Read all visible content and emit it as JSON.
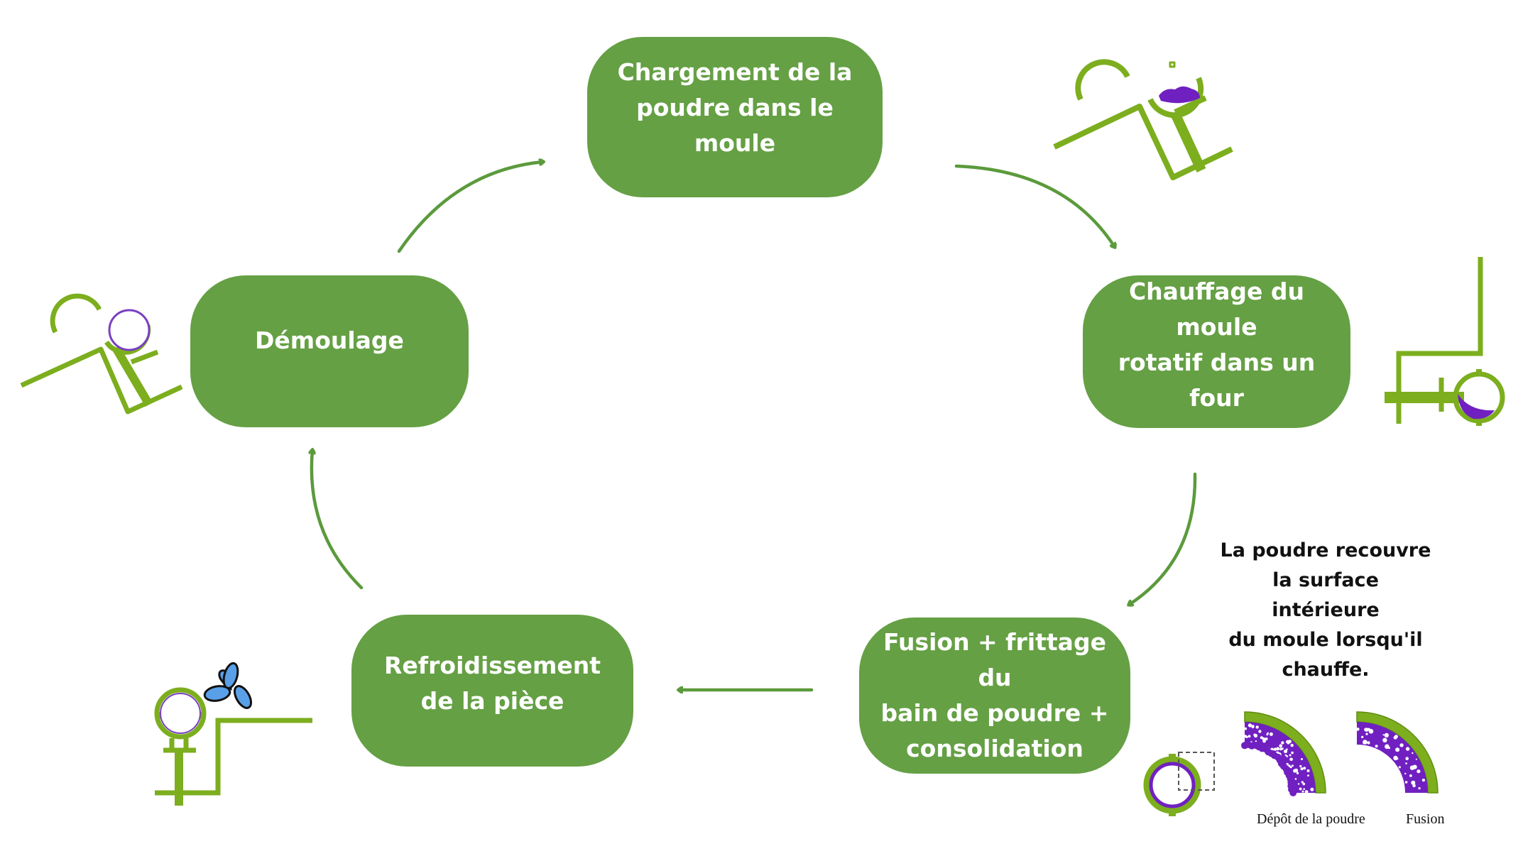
{
  "diagram": {
    "type": "cycle",
    "colors": {
      "step_fill": "#65a044",
      "arrow": "#5b9a3c",
      "mold_green": "#7cae1e",
      "powder_purple": "#7020c0",
      "fan_blue": "#5aa0e8"
    },
    "steps": [
      {
        "id": "chargement",
        "label": "Chargement de la\npoudre dans le moule"
      },
      {
        "id": "chauffage",
        "label": "Chauffage du moule\nrotatif dans un four"
      },
      {
        "id": "fusion",
        "label": "Fusion + frittage du\nbain de poudre +\nconsolidation"
      },
      {
        "id": "refroidissement",
        "label": "Refroidissement\nde la pièce"
      },
      {
        "id": "demoulage",
        "label": "Démoulage"
      }
    ],
    "arrows": [
      {
        "from": "chargement",
        "to": "chauffage"
      },
      {
        "from": "chauffage",
        "to": "fusion"
      },
      {
        "from": "fusion",
        "to": "refroidissement"
      },
      {
        "from": "refroidissement",
        "to": "demoulage"
      },
      {
        "from": "demoulage",
        "to": "chargement"
      }
    ],
    "note": "La poudre recouvre\nla surface intérieure\ndu moule lorsqu'il\nchauffe.",
    "detail_captions": {
      "depot": "Dépôt de la poudre",
      "fusion": "Fusion"
    }
  }
}
